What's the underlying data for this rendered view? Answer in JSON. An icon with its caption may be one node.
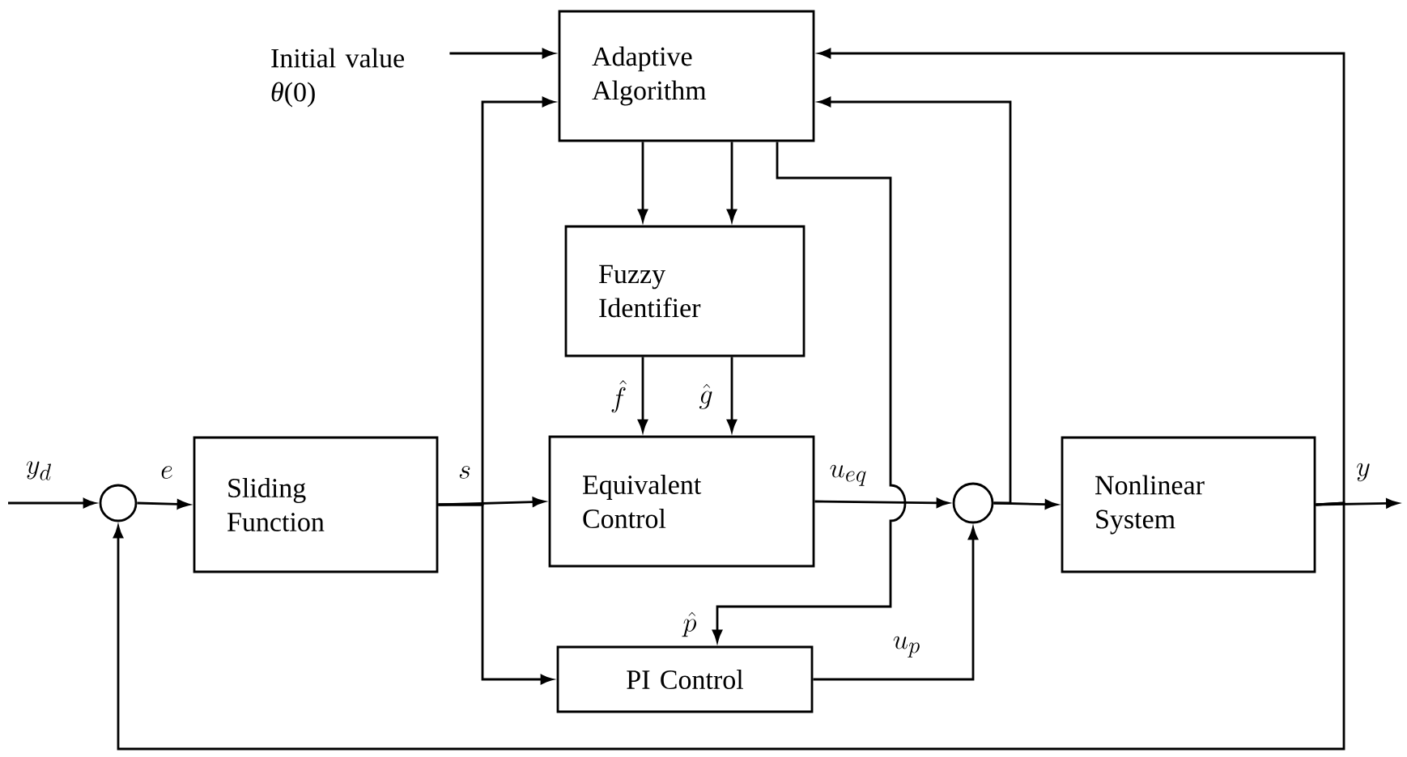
{
  "diagram": {
    "nodes": [
      {
        "text": [
          "Adaptive Algorithm"
        ]
      },
      {
        "text": [
          "Fuzzy Identifier"
        ]
      },
      {
        "text": [
          "Sliding Function"
        ]
      },
      {
        "text": [
          "Equivalent Control"
        ]
      },
      {
        "text": [
          "PI Control"
        ]
      },
      {
        "text": [
          "Nonlinear System"
        ]
      },
      {
        "text": [],
        "shape": "circle"
      },
      {
        "text": [],
        "shape": "circle"
      },
      {
        "text": [
          "Initial value *θ*(0)"
        ]
      }
    ],
    "edges": [
      {
        "from": null,
        "to": 6,
        "arrow": "to",
        "label": "y_d"
      },
      {
        "from": 6,
        "to": 2,
        "arrow": "to",
        "label": "e"
      },
      {
        "from": 2,
        "to": 3,
        "arrow": "to",
        "label": "s"
      },
      {
        "from": 2,
        "to": 0,
        "arrow": "to"
      },
      {
        "from": 2,
        "to": 4,
        "arrow": "to"
      },
      {
        "from": 8,
        "to": 0,
        "arrow": "to"
      },
      {
        "from": 0,
        "to": 1,
        "arrow": "to"
      },
      {
        "from": 0,
        "to": 1,
        "arrow": "to"
      },
      {
        "from": 1,
        "to": 3,
        "arrow": "to",
        "label": "\\hat{f}"
      },
      {
        "from": 1,
        "to": 3,
        "arrow": "to",
        "label": "\\hat{g}"
      },
      {
        "from": 3,
        "to": 7,
        "arrow": "to",
        "label": "u_{eq}"
      },
      {
        "from": 0,
        "to": 4,
        "arrow": "to",
        "label": "\\hat{p}"
      },
      {
        "from": 4,
        "to": 7,
        "arrow": "to",
        "label": "u_p"
      },
      {
        "from": 7,
        "to": 5,
        "arrow": "to"
      },
      {
        "from": 7,
        "to": 0,
        "arrow": "to"
      },
      {
        "from": 5,
        "to": null,
        "arrow": "to",
        "label": "y"
      },
      {
        "from": 5,
        "to": 0,
        "arrow": "to"
      },
      {
        "from": 5,
        "to": 6,
        "arrow": "to"
      }
    ]
  }
}
